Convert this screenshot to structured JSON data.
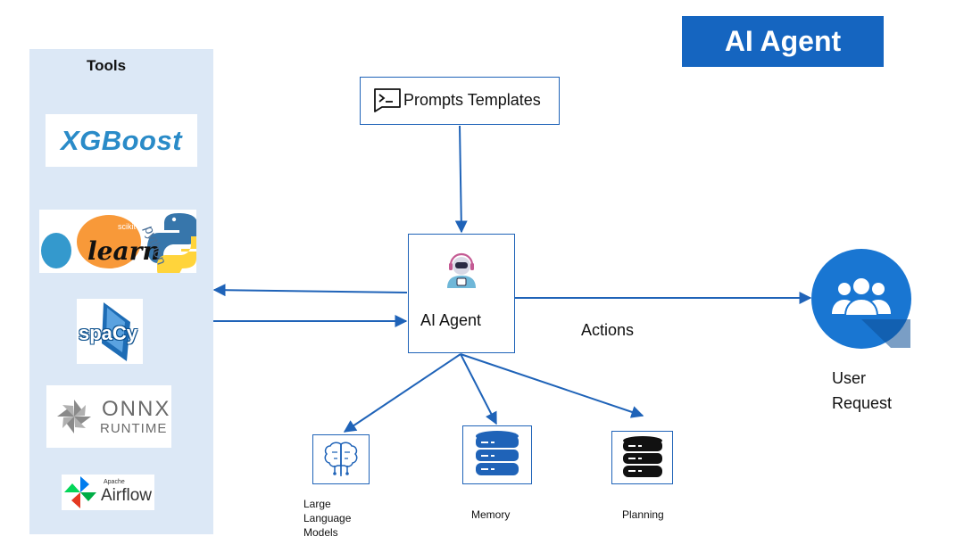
{
  "title": "AI Agent",
  "tools": {
    "heading": "Tools",
    "logos": {
      "xgboost": "XGBoost",
      "sklearn_small": "scikit",
      "sklearn": "learn",
      "python": "python",
      "spacy": "spaCy",
      "onnx": "ONNX",
      "onnx_runtime": "RUNTIME",
      "airflow_small": "Apache",
      "airflow": "Airflow"
    }
  },
  "nodes": {
    "prompts": "Prompts Templates",
    "agent": "AI Agent",
    "actions": "Actions",
    "user_line1": "User",
    "user_line2": "Request",
    "llm_line1": "Large",
    "llm_line2": "Language",
    "llm_line3": "Models",
    "memory": "Memory",
    "planning": "Planning"
  },
  "colors": {
    "accent": "#1565c0",
    "line": "#1f63b8",
    "panel": "#dce8f6"
  },
  "icons": [
    "terminal-icon",
    "support-agent-icon",
    "users-icon",
    "brain-circuit-icon",
    "database-icon"
  ]
}
